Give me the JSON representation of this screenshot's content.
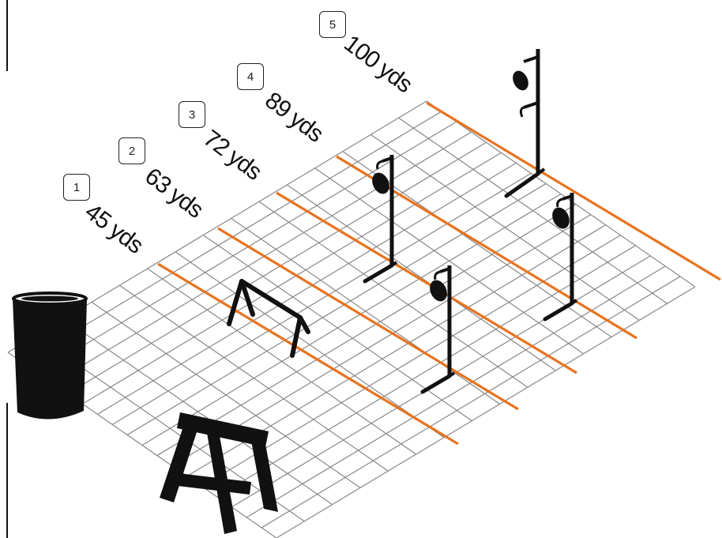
{
  "stages": [
    {
      "number": "1",
      "distance": "45 yds"
    },
    {
      "number": "2",
      "distance": "63 yds"
    },
    {
      "number": "3",
      "distance": "72 yds"
    },
    {
      "number": "4",
      "distance": "89 yds"
    },
    {
      "number": "5",
      "distance": "100 yds"
    }
  ],
  "colors": {
    "grid": "#888888",
    "distance_line": "#e8731f",
    "props": "#111111",
    "background": "#ffffff"
  },
  "props": [
    "barrel",
    "sawhorse",
    "trestle",
    "target-stand-1",
    "target-stand-2",
    "target-stand-3",
    "target-stand-double"
  ]
}
